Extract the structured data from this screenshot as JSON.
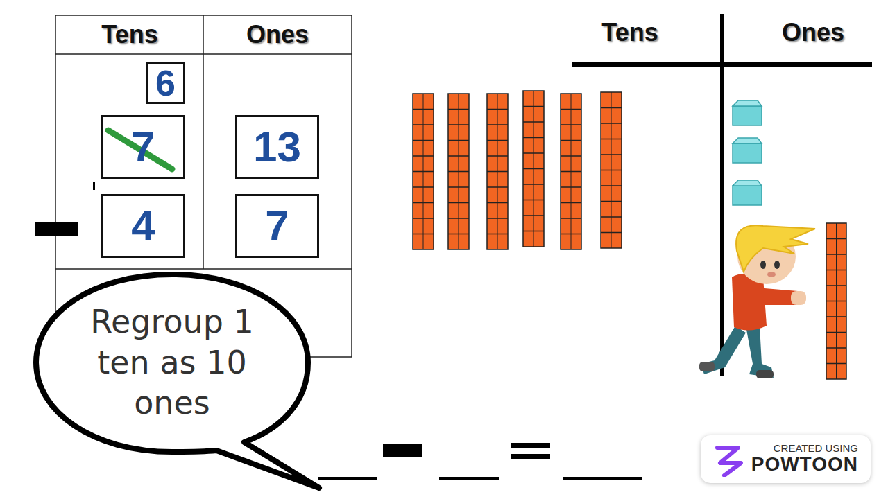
{
  "diagram": {
    "nodes": [
      {
        "text": [
          "6"
        ]
      },
      {
        "text": [
          "7"
        ]
      },
      {
        "text": [
          "13"
        ]
      },
      {
        "text": [
          "4"
        ]
      },
      {
        "text": [
          "7"
        ]
      },
      {
        "text": [
          "Regroup 1 ten as 10 ones"
        ]
      },
      {
        "text": [
          "CREATED USING",
          "POWTOON"
        ]
      }
    ],
    "labels": [
      "Tens",
      "Ones",
      "Tens",
      "Ones"
    ]
  }
}
